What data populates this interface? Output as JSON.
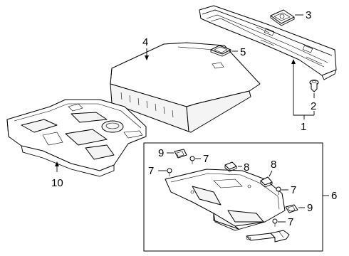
{
  "callouts": {
    "c1": "1",
    "c2": "2",
    "c3": "3",
    "c4": "4",
    "c5": "5",
    "c6": "6",
    "c7a": "7",
    "c7b": "7",
    "c7c": "7",
    "c7d": "7",
    "c8a": "8",
    "c8b": "8",
    "c9a": "9",
    "c9b": "9",
    "c10": "10"
  }
}
